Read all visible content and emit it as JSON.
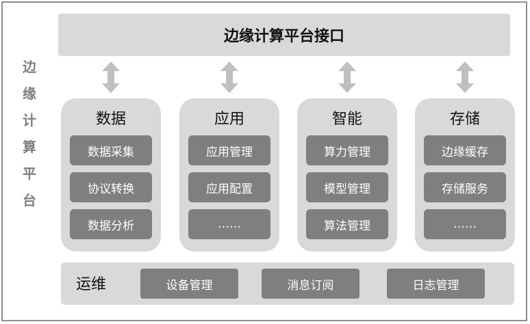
{
  "side_title": [
    "边",
    "缘",
    "计",
    "算",
    "平",
    "台"
  ],
  "top_bar": {
    "label": "边缘计算平台接口"
  },
  "columns": [
    {
      "title": "数据",
      "items": [
        "数据采集",
        "协议转换",
        "数据分析"
      ]
    },
    {
      "title": "应用",
      "items": [
        "应用管理",
        "应用配置",
        "……"
      ]
    },
    {
      "title": "智能",
      "items": [
        "算力管理",
        "模型管理",
        "算法管理"
      ]
    },
    {
      "title": "存储",
      "items": [
        "边缘缓存",
        "存储服务",
        "……"
      ]
    }
  ],
  "ops": {
    "label": "运维",
    "items": [
      "设备管理",
      "消息订阅",
      "日志管理"
    ]
  },
  "colors": {
    "panel": "#d9d9d9",
    "item": "#7f7f7f",
    "arrow": "#bfbfbf",
    "side_text": "#7f7f7f",
    "border": "#8c8c8c"
  }
}
